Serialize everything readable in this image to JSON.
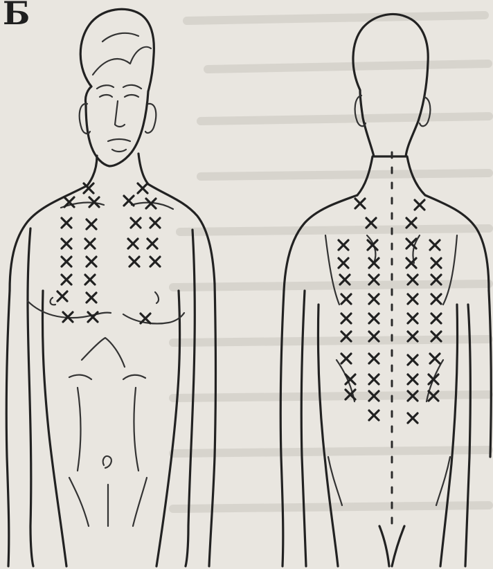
{
  "figure": {
    "panel_label": "Б",
    "views": [
      {
        "id": "front",
        "name": "front-view"
      },
      {
        "id": "back",
        "name": "back-view"
      }
    ],
    "ink_color": "#222222",
    "paper_color": "#e9e6e0"
  }
}
